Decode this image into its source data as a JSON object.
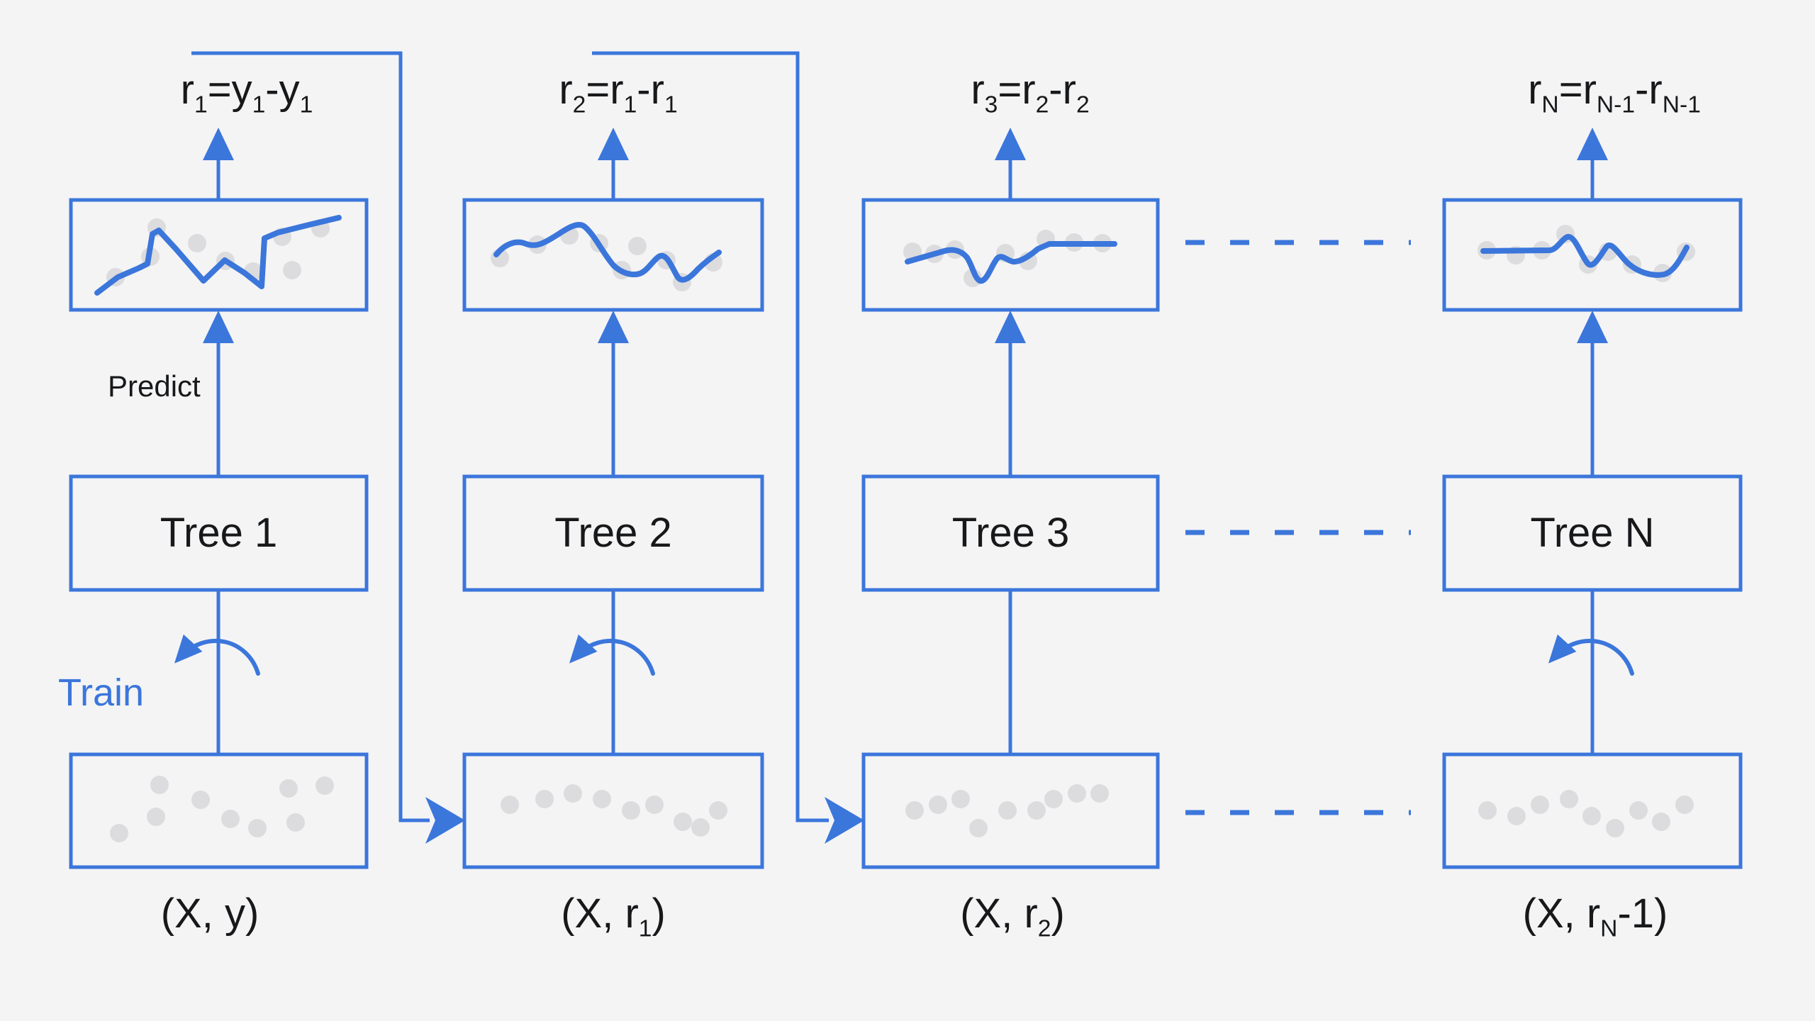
{
  "labels": {
    "predict": "Predict",
    "train": "Train"
  },
  "colors": {
    "accent": "#3b76db",
    "dot": "#dcdcde",
    "text": "#17181a",
    "background": "#f4f4f5"
  },
  "columns": [
    {
      "tree": "Tree 1",
      "formula": [
        {
          "t": "r"
        },
        {
          "t": "1",
          "sub": true
        },
        {
          "t": "="
        },
        {
          "t": "y"
        },
        {
          "t": "1",
          "sub": true
        },
        {
          "t": "-"
        },
        {
          "t": "y"
        },
        {
          "t": "1",
          "sub": true
        }
      ],
      "dataset": [
        {
          "t": "(X, y)"
        }
      ]
    },
    {
      "tree": "Tree 2",
      "formula": [
        {
          "t": "r"
        },
        {
          "t": "2",
          "sub": true
        },
        {
          "t": "="
        },
        {
          "t": "r"
        },
        {
          "t": "1",
          "sub": true
        },
        {
          "t": "-"
        },
        {
          "t": "r"
        },
        {
          "t": "1",
          "sub": true
        }
      ],
      "dataset": [
        {
          "t": "(X, r"
        },
        {
          "t": "1",
          "sub": true
        },
        {
          "t": ")"
        }
      ]
    },
    {
      "tree": "Tree 3",
      "formula": [
        {
          "t": "r"
        },
        {
          "t": "3",
          "sub": true
        },
        {
          "t": "="
        },
        {
          "t": "r"
        },
        {
          "t": "2",
          "sub": true
        },
        {
          "t": "-"
        },
        {
          "t": "r"
        },
        {
          "t": "2",
          "sub": true
        }
      ],
      "dataset": [
        {
          "t": "(X, r"
        },
        {
          "t": "2",
          "sub": true
        },
        {
          "t": ")"
        }
      ]
    },
    {
      "tree": "Tree N",
      "formula": [
        {
          "t": "r"
        },
        {
          "t": "N",
          "sub": true
        },
        {
          "t": "="
        },
        {
          "t": "r"
        },
        {
          "t": "N-1",
          "sub": true
        },
        {
          "t": "-"
        },
        {
          "t": "r"
        },
        {
          "t": "N-1",
          "sub": true
        }
      ],
      "dataset": [
        {
          "t": "(X, r"
        },
        {
          "t": "N",
          "sub": true
        },
        {
          "t": "-1)"
        }
      ]
    }
  ]
}
